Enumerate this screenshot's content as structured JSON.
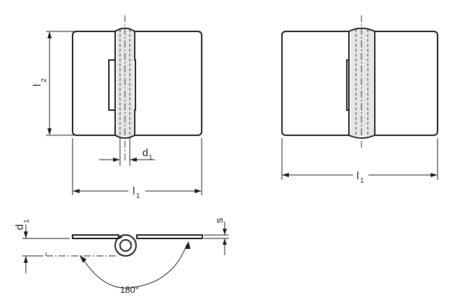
{
  "labels": {
    "l1_main": "l",
    "l1_main_sub": "1",
    "l2": "l",
    "l2_sub": "2",
    "d1_top": "d",
    "d1_top_sub": "1",
    "l1_right": "l",
    "l1_right_sub": "1",
    "d1_side": "d",
    "d1_side_sub": "1",
    "s": "s",
    "angle": "180°"
  }
}
